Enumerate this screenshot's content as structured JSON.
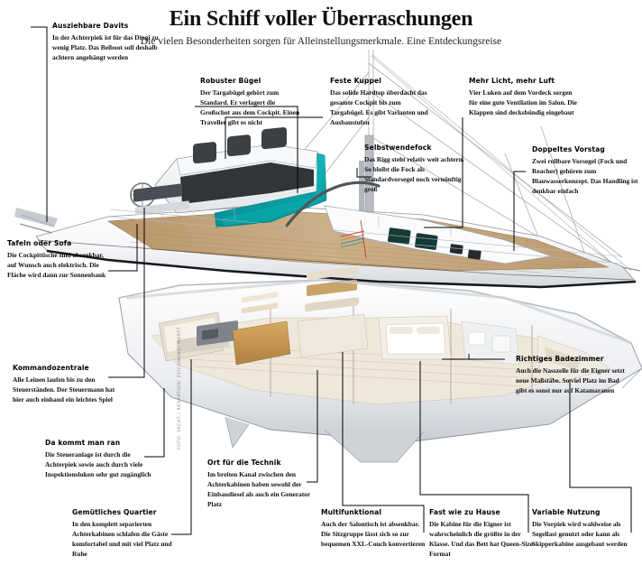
{
  "header": {
    "title": "Ein Schiff voller Überraschungen",
    "subtitle": "Die vielen Besonderheiten sorgen für Alleinstellungsmerkmale. Eine Entdeckungsreise"
  },
  "credit": "FOTO: YACHT / REDAKTION/ ZEICHNUNG: WERFT",
  "colors": {
    "hull": "#ffffff",
    "hull_shadow": "#d8dade",
    "deck_teak": "#c8a97e",
    "canopy_teal": "#0ea3a6",
    "interior_wood": "#c79a5c",
    "text": "#111111",
    "line": "#000000",
    "waterline": "#1b1b1b"
  },
  "callouts": [
    {
      "id": "ausziehbare-davits",
      "title": "Ausziehbare Davits",
      "body": "In der Achterpiek ist für das Dingi zu wenig Platz. Das Beiboot soll deshalb achtern angehängt werden"
    },
    {
      "id": "robuster-buegel",
      "title": "Robuster Bügel",
      "body": "Der Targabügel gehört zum Standard. Er verlagert die Großschot aus dem Cockpit. Einen Traveller gibt es nicht"
    },
    {
      "id": "feste-kuppel",
      "title": "Feste Kuppel",
      "body": "Das solide Hardtop überdacht das gesamte Cockpit bis zum Targabügel. Es gibt Varianten und Ausbaustufen"
    },
    {
      "id": "mehr-licht-mehr-luft",
      "title": "Mehr Licht, mehr Luft",
      "body": "Vier Luken auf dem Vordeck sorgen für eine gute Ventilation im Salon. Die Klappen sind decksbündig eingebaut"
    },
    {
      "id": "selbstwendefock",
      "title": "Selbstwendefock",
      "body": "Das Rigg steht relativ weit achtern. So bleibt die Fock als Standardvorsegel noch vernünftig groß"
    },
    {
      "id": "doppeltes-vorstag",
      "title": "Doppeltes Vorstag",
      "body": "Zwei rollbare Vorsegel (Fock und Reacher) gehören zum Blauwasserkonzept. Das Handling ist denkbar einfach"
    },
    {
      "id": "tafeln-oder-sofa",
      "title": "Tafeln oder Sofa",
      "body": "Die Cockpittische sind absenkbar, auf Wunsch auch elektrisch. Die Fläche wird dann zur Sonnenbank"
    },
    {
      "id": "kommandozentrale",
      "title": "Kommandozentrale",
      "body": "Alle Leinen laufen bis zu den Steuerständen. Der Steuermann hat hier auch einhand ein leichtes Spiel"
    },
    {
      "id": "da-kommt-man-ran",
      "title": "Da kommt man ran",
      "body": "Die Steueranlage ist durch die Achterpiek sowie auch durch viele Inspektionsluken sehr gut zugänglich"
    },
    {
      "id": "gemuetliches-quartier",
      "title": "Gemütliches Quartier",
      "body": "In den komplett separierten Achterkabinen schlafen die Gäste komfortabel und mit viel Platz und Ruhe"
    },
    {
      "id": "ort-fuer-die-technik",
      "title": "Ort für die Technik",
      "body": "Im breiten Kanal zwischen den Achterkabinen haben sowohl der Einbaudiesel als auch ein Generator Platz"
    },
    {
      "id": "multifunktional",
      "title": "Multifunktional",
      "body": "Auch der Salontisch ist absenkbar. Die Sitzgruppe lässt sich so zur bequemen XXL-Couch konvertieren"
    },
    {
      "id": "fast-wie-zu-hause",
      "title": "Fast wie zu Hause",
      "body": "Die Kabine für die Eigner ist wahrscheinlich die größte in der Klasse. Und das Bett hat Queen-Size-Format"
    },
    {
      "id": "variable-nutzung",
      "title": "Variable Nutzung",
      "body": "Die Vorpiek wird wahlweise als Segellast genutzt oder kann als Skipperkabine ausgebaut werden"
    },
    {
      "id": "richtiges-badezimmer",
      "title": "Richtiges Badezimmer",
      "body": "Auch die Nasszelle für die Eigner setzt neue Maßstäbe. So viel Platz im Bad gibt es sonst nur auf Katamaranen"
    }
  ]
}
